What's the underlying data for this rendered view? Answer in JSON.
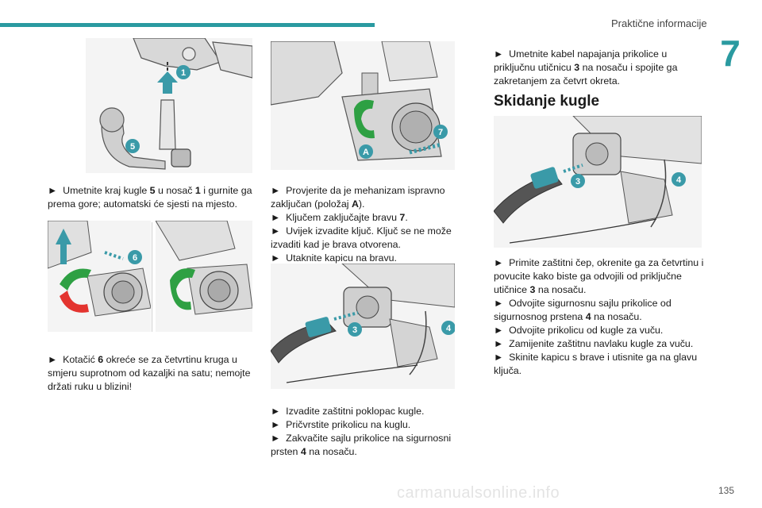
{
  "header": {
    "section_title": "Praktične informacije",
    "chapter_number": "7"
  },
  "col1": {
    "step1": {
      "arrow": "►",
      "t1": "Umetnite kraj kugle ",
      "n1": "5",
      "t2": " u nosač ",
      "n2": "1",
      "t3": " i gurnite ga prema gore; automatski će sjesti na mjesto."
    },
    "step2": {
      "arrow": "►",
      "t1": "Kotačić ",
      "n1": "6",
      "t2": " okreće se za četvrtinu kruga u smjeru suprotnom od kazaljki na satu; nemojte držati ruku u blizini!"
    }
  },
  "col2": {
    "step1": {
      "arrow": "►",
      "t1": "Provjerite da je mehanizam ispravno zaključan (položaj ",
      "n1": "A",
      "t2": ")."
    },
    "step2": {
      "arrow": "►",
      "t1": "Ključem zaključajte bravu ",
      "n1": "7",
      "t2": "."
    },
    "step3": {
      "arrow": "►",
      "t1": "Uvijek izvadite ključ. Ključ se ne može izvaditi kad je brava otvorena."
    },
    "step4": {
      "arrow": "►",
      "t1": "Utaknite kapicu na bravu."
    },
    "step5": {
      "arrow": "►",
      "t1": "Izvadite zaštitni poklopac kugle."
    },
    "step6": {
      "arrow": "►",
      "t1": "Pričvrstite prikolicu na kuglu."
    },
    "step7": {
      "arrow": "►",
      "t1": "Zakvačite sajlu prikolice na sigurnosni prsten ",
      "n1": "4",
      "t2": " na nosaču."
    }
  },
  "col3": {
    "step1": {
      "arrow": "►",
      "t1": "Umetnite kabel napajanja prikolice u priključnu utičnicu ",
      "n1": "3",
      "t2": " na nosaču i spojite ga zakretanjem za četvrt okreta."
    },
    "heading": "Skidanje kugle",
    "step2": {
      "arrow": "►",
      "t1": "Primite zaštitni čep, okrenite ga za četvrtinu i povucite kako biste ga odvojili od priključne utičnice ",
      "n1": "3",
      "t2": " na nosaču."
    },
    "step3": {
      "arrow": "►",
      "t1": "Odvojite sigurnosnu sajlu prikolice od sigurnosnog prstena ",
      "n1": "4",
      "t2": " na nosaču."
    },
    "step4": {
      "arrow": "►",
      "t1": "Odvojite prikolicu od kugle za vuču."
    },
    "step5": {
      "arrow": "►",
      "t1": "Zamijenite zaštitnu navlaku kugle za vuču."
    },
    "step6": {
      "arrow": "►",
      "t1": "Skinite kapicu s brave i utisnite ga na glavu ključa."
    }
  },
  "callouts": {
    "c1": "1",
    "c5": "5",
    "c6a": "6",
    "c7": "7",
    "cA": "A",
    "c3a": "3",
    "c4a": "4",
    "c3b": "3",
    "c4b": "4"
  },
  "footer": {
    "page_number": "135",
    "watermark": "carmanualsonline.info"
  },
  "colors": {
    "accent": "#2a9aa0",
    "callout": "#3a9aa8",
    "green_arrow": "#2ea043",
    "red_arrow": "#e3342f"
  }
}
